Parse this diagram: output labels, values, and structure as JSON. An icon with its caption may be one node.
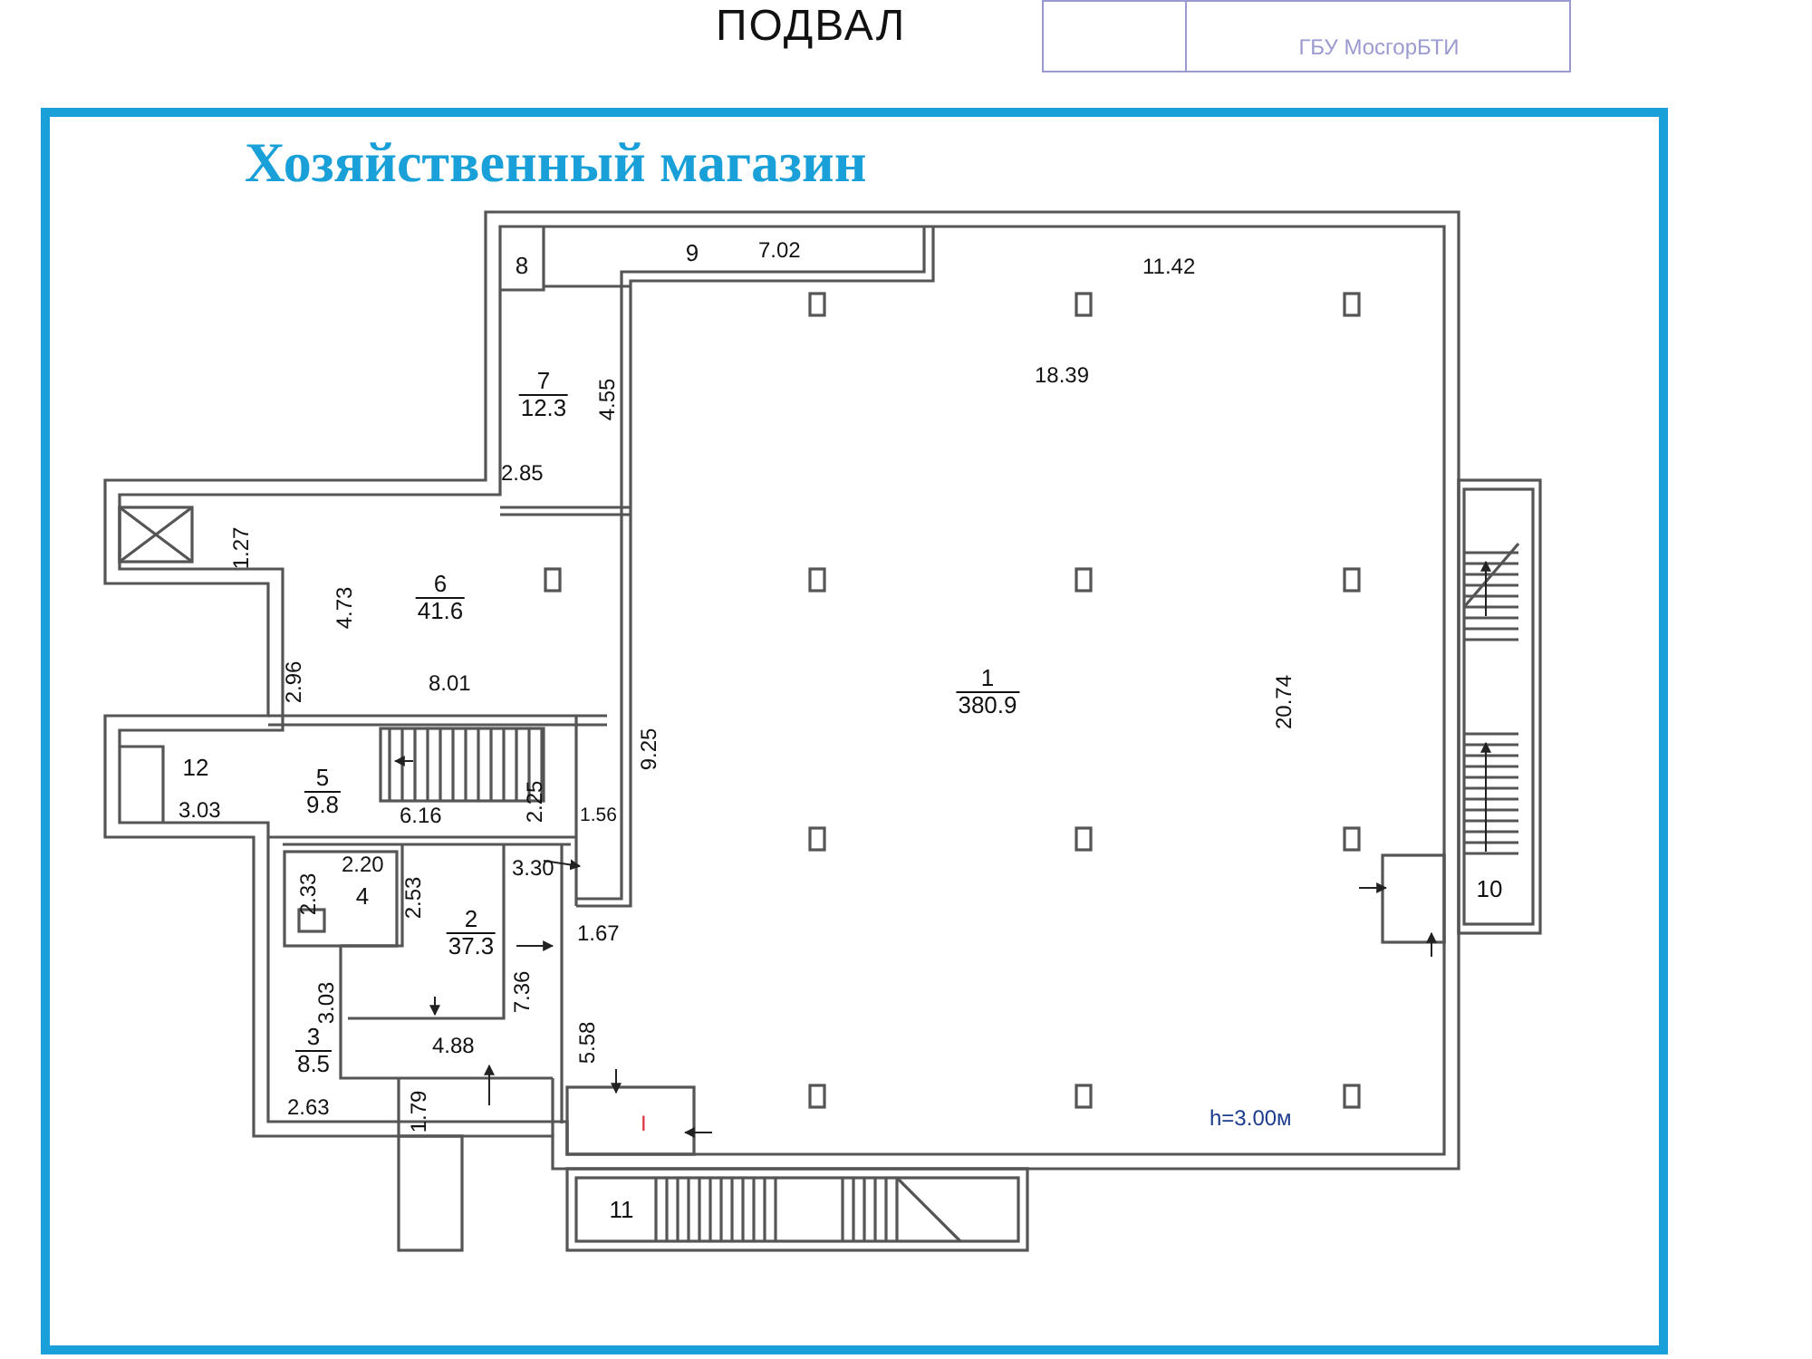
{
  "diagram": {
    "title": "Хозяйственный магазин",
    "nodes": [
      {
        "text": [
          "1",
          "380.9"
        ]
      },
      {
        "text": [
          "2",
          "37.3"
        ]
      },
      {
        "text": [
          "3",
          "8.5"
        ]
      },
      {
        "text": [
          "4"
        ]
      },
      {
        "text": [
          "5",
          "9.8"
        ]
      },
      {
        "text": [
          "6",
          "41.6"
        ]
      },
      {
        "text": [
          "7",
          "12.3"
        ]
      },
      {
        "text": [
          "8"
        ]
      },
      {
        "text": [
          "9"
        ]
      },
      {
        "text": [
          "10"
        ]
      },
      {
        "text": [
          "11"
        ]
      },
      {
        "text": [
          "12"
        ]
      },
      {
        "text": [
          "ГБУ МосгорБТИ"
        ]
      }
    ],
    "edges": [],
    "labels": [
      "ПОДВАЛ",
      "7.02",
      "11.42",
      "18.39",
      "4.55",
      "2.85",
      "1.27",
      "4.73",
      "2.96",
      "8.01",
      "9.25",
      "2.25",
      "6.16",
      "3.03",
      "1.56",
      "20.74",
      "2.20",
      "3.30",
      "2.33",
      "2.53",
      "1.67",
      "7.36",
      "3.03",
      "5.58",
      "4.88",
      "1.79",
      "2.63",
      "I",
      "h=3.00м"
    ]
  }
}
